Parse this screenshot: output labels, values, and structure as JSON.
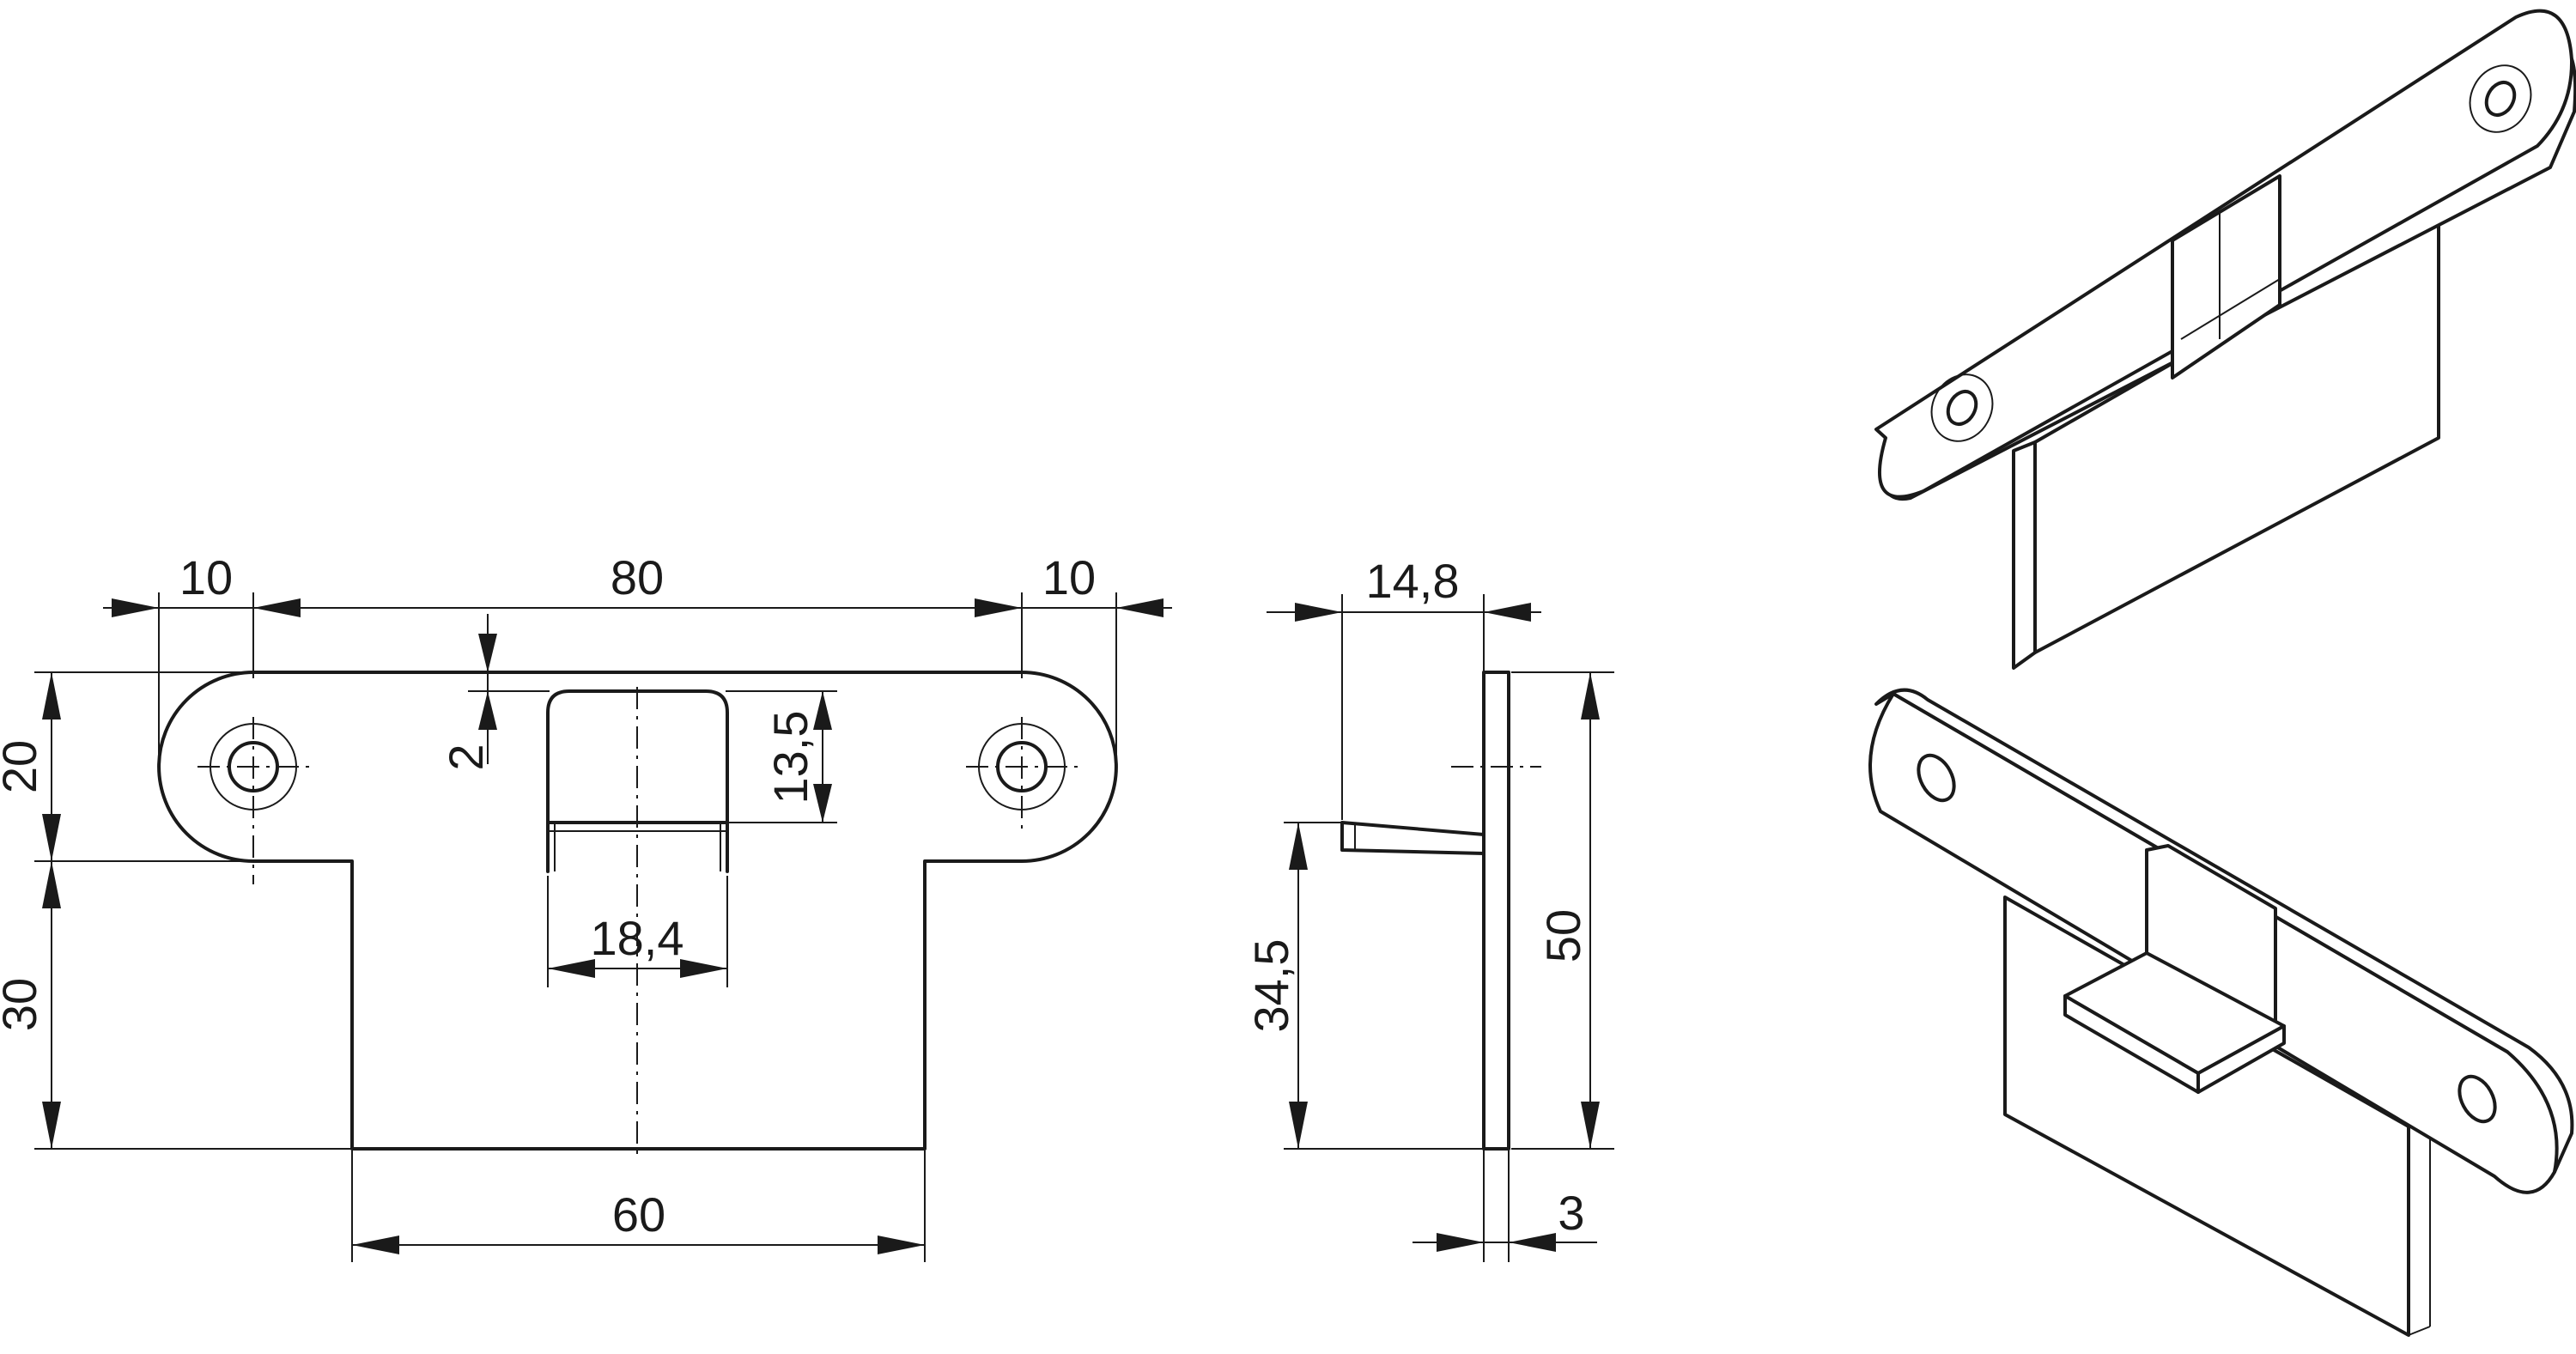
{
  "front_view": {
    "dim_ear_left": "10",
    "dim_center_span": "80",
    "dim_ear_right": "10",
    "dim_plate_height": "20",
    "dim_tongue_height": "30",
    "dim_slot_offset": "2",
    "dim_slot_depth": "13,5",
    "dim_slot_width": "18,4",
    "dim_tongue_width": "60"
  },
  "side_view": {
    "dim_lip_projection": "14,8",
    "dim_lip_height": "34,5",
    "dim_total_height": "50",
    "dim_thickness": "3"
  },
  "colors": {
    "line": "#1a1a1a",
    "background": "#ffffff"
  }
}
